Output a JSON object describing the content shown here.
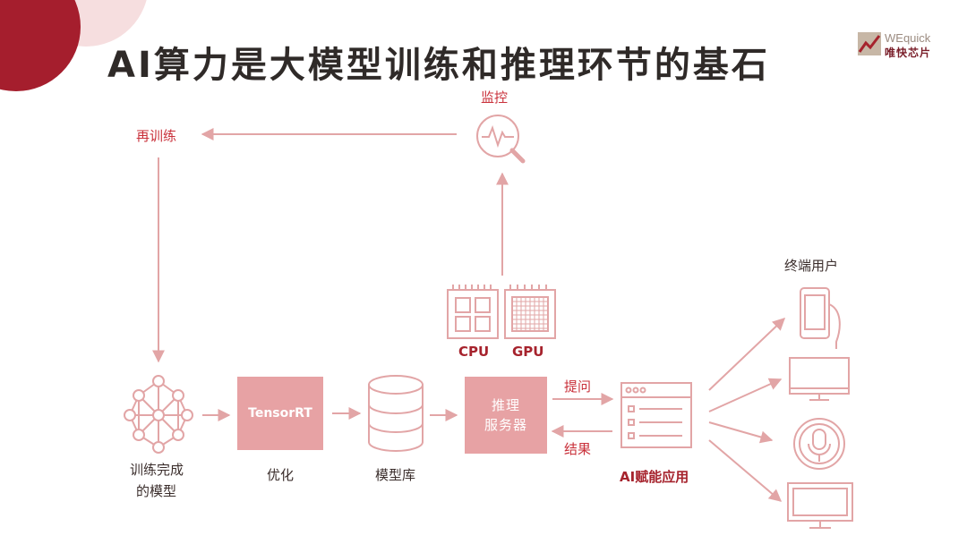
{
  "title": "AI算力是大模型训练和推理环节的基石",
  "brand": {
    "en": "WEquick",
    "cn": "唯快芯片"
  },
  "nodes": {
    "monitor": "监控",
    "retrain": "再训练",
    "trained_line1": "训练完成",
    "trained_line2": "的模型",
    "optimize": "优化",
    "tensorrt": "TensorRT",
    "model_repo": "模型库",
    "infer_line1": "推理",
    "infer_line2": "服务器",
    "cpu": "CPU",
    "gpu": "GPU",
    "ai_app": "AI赋能应用",
    "end_user": "终端用户"
  },
  "edges": {
    "ask": "提问",
    "result": "结果"
  },
  "colors": {
    "accent": "#e7a2a4",
    "line": "#e2a5a6",
    "text_red": "#c9303a",
    "title": "#2f2a28"
  }
}
